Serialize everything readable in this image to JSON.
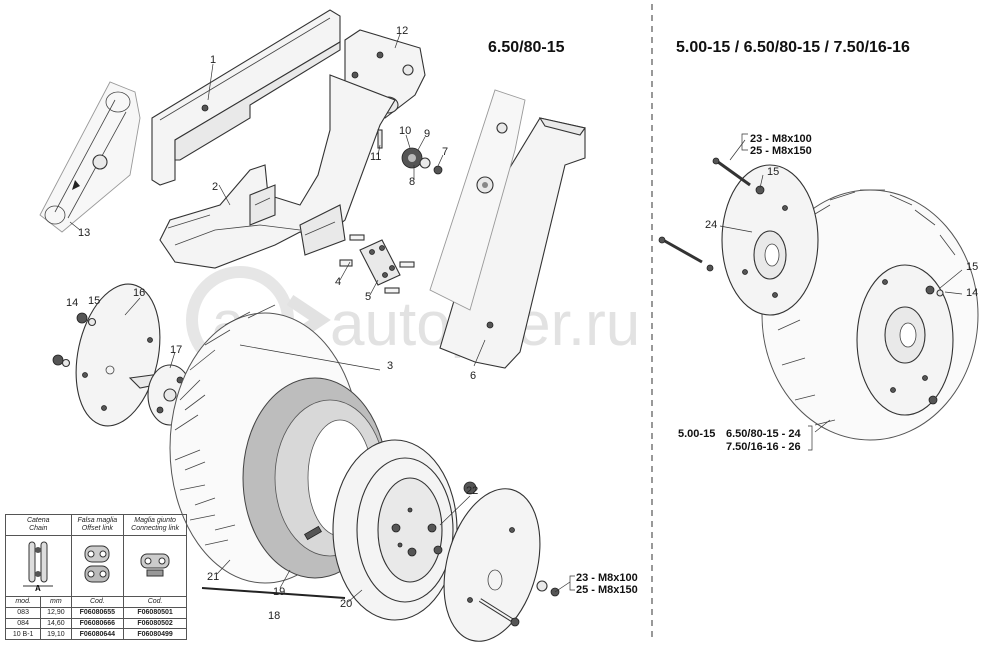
{
  "titles": {
    "left": "6.50/80-15",
    "right": "5.00-15  /  6.50/80-15  /  7.50/16-16"
  },
  "watermark": "autopiter.ru",
  "callouts": {
    "c1": "1",
    "c2": "2",
    "c3": "3",
    "c4": "4",
    "c5": "5",
    "c6": "6",
    "c7": "7",
    "c8": "8",
    "c9": "9",
    "c10": "10",
    "c11": "11",
    "c12": "12",
    "c13": "13",
    "c14": "14",
    "c15": "15",
    "c16": "16",
    "c17": "17",
    "c18": "18",
    "c19": "19",
    "c20": "20",
    "c21": "21",
    "c22": "22",
    "c24r": "24",
    "c15r": "15",
    "c15r2": "15",
    "c14r": "14"
  },
  "bolt_specs_top": {
    "line1": "23 - M8x100",
    "line2": "25 - M8x150"
  },
  "bolt_specs_bottom": {
    "line1": "23 - M8x100",
    "line2": "25 - M8x150"
  },
  "disc_spec": {
    "size_a": "5.00-15",
    "line1": "6.50/80-15 - 24",
    "line2": "7.50/16-16 - 26"
  },
  "chain_table": {
    "headers": {
      "catena": "Catena",
      "chain": "Chain",
      "falsa": "Falsa maglia",
      "offset": "Offset link",
      "maglia": "Maglia giunto",
      "connecting": "Connecting link"
    },
    "dim_label": "A",
    "subheaders": {
      "mod": "mod.",
      "mm": "mm",
      "cod1": "Cod.",
      "cod2": "Cod."
    },
    "rows": [
      {
        "mod": "083",
        "mm": "12,90",
        "offset": "F06080655",
        "connecting": "F06080501"
      },
      {
        "mod": "084",
        "mm": "14,60",
        "offset": "F06080666",
        "connecting": "F06080502"
      },
      {
        "mod": "10 B-1",
        "mm": "19,10",
        "offset": "F06080644",
        "connecting": "F06080499"
      }
    ]
  }
}
